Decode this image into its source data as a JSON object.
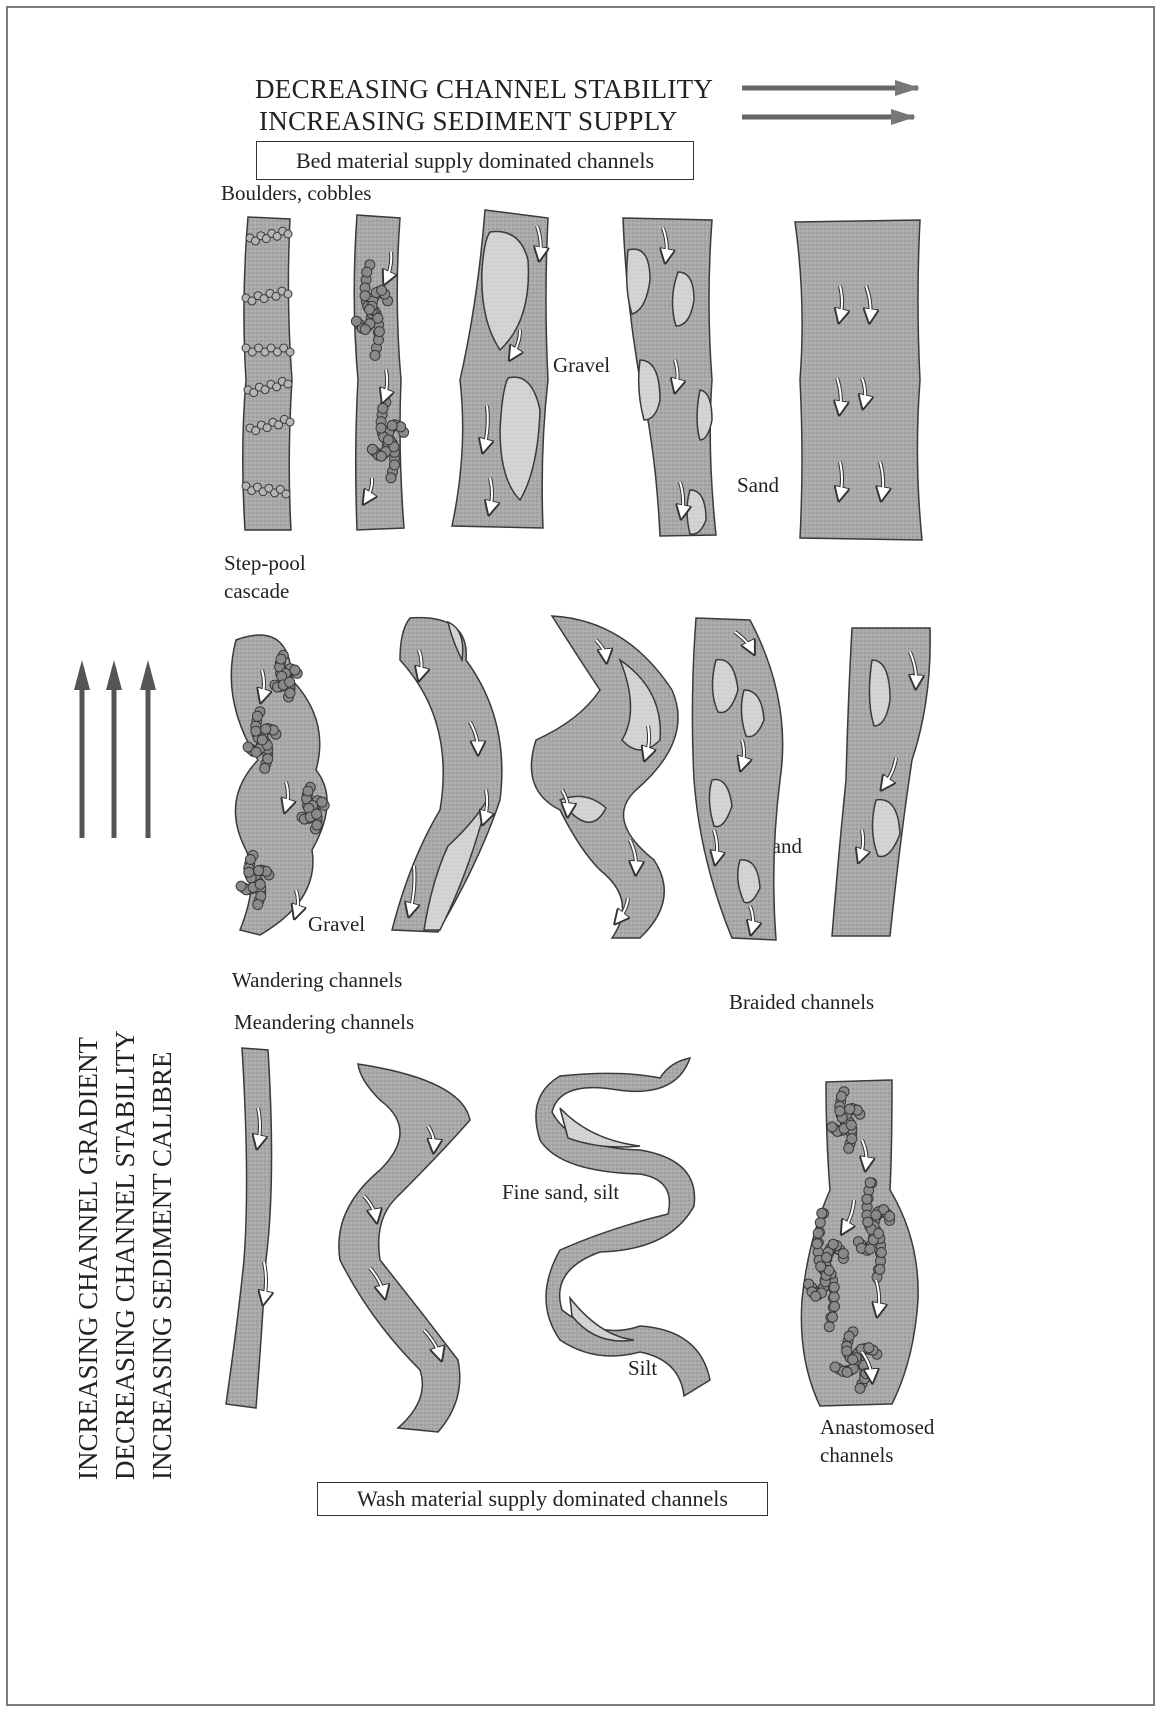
{
  "header": {
    "line1": "DECREASING CHANNEL STABILITY",
    "line2": "INCREASING SEDIMENT SUPPLY"
  },
  "top_box": "Bed material supply dominated channels",
  "bottom_box": "Wash material supply dominated channels",
  "side_axis": [
    "INCREASING CHANNEL GRADIENT",
    "DECREASING CHANNEL STABILITY",
    "INCREASING SEDIMENT CALIBRE"
  ],
  "labels": {
    "boulders": "Boulders, cobbles",
    "gravel_row1": "Gravel",
    "sand_row1": "Sand",
    "step_pool": [
      "Step-pool",
      "cascade"
    ],
    "gravel_row2": "Gravel",
    "sand_row2": "Sand",
    "wandering": "Wandering channels",
    "meandering": "Meandering channels",
    "braided": "Braided channels",
    "fine_sand": "Fine sand, silt",
    "silt": "Silt",
    "anastomosed": [
      "Anastomosed",
      "channels"
    ]
  },
  "colors": {
    "channel_fill": "#a9a9a9",
    "bar_fill": "#d4d4d4",
    "outline": "#3a3a3a",
    "clast_fill": "#8a8a8a"
  }
}
